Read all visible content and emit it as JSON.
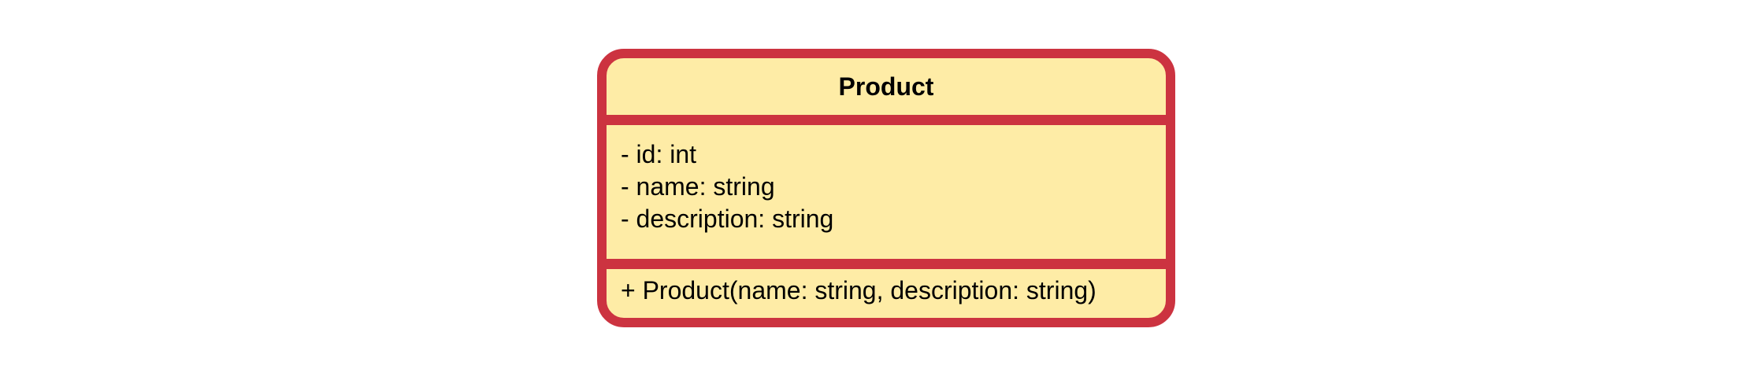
{
  "class_box": {
    "name": "Product",
    "attributes": [
      "- id: int",
      "- name: string",
      "- description: string"
    ],
    "methods": [
      "+ Product(name: string, description: string)"
    ],
    "colors": {
      "border": "#cc3340",
      "fill": "#feeca6",
      "text": "#000000"
    }
  }
}
